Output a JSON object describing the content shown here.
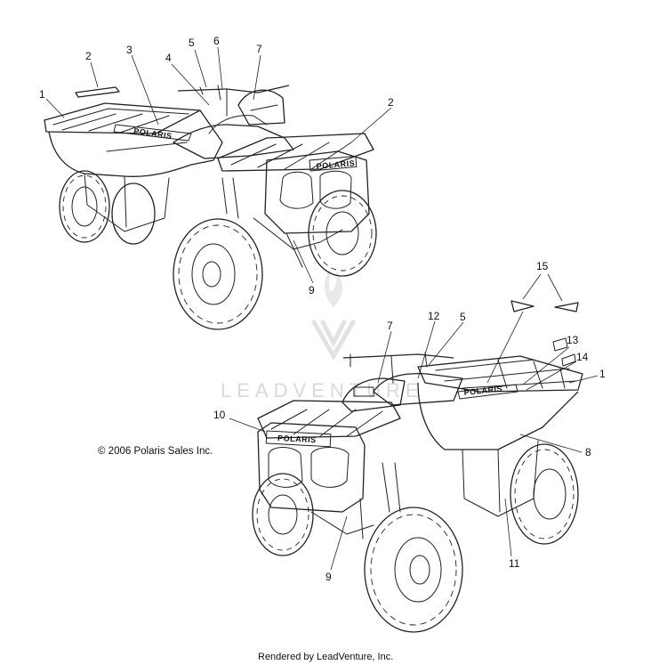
{
  "callouts": {
    "c1": "1",
    "c2a": "2",
    "c3": "3",
    "c4": "4",
    "c5a": "5",
    "c6": "6",
    "c7a": "7",
    "c2b": "2",
    "c9a": "9",
    "c15": "15",
    "c12": "12",
    "c5b": "5",
    "c7b": "7",
    "c13": "13",
    "c14": "14",
    "c10": "10",
    "c1b": "1",
    "c8": "8",
    "c9b": "9",
    "c11": "11"
  },
  "decals": {
    "brand_side": "POLARIS",
    "brand_front": "POLARIS"
  },
  "copyright": "© 2006 Polaris Sales Inc.",
  "watermark": "LEADVENTURE",
  "footer": "Rendered by LeadVenture, Inc."
}
